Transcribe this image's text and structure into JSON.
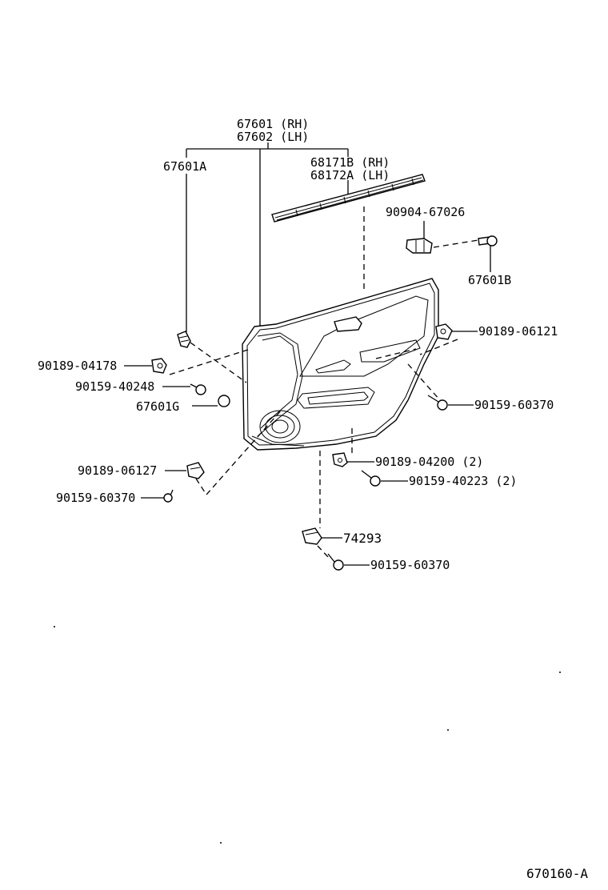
{
  "diagram": {
    "labels": {
      "trim_board": [
        "67601 (RH)",
        "67602 (LH)"
      ],
      "clip_a": "67601A",
      "weatherstrip": [
        "68171B (RH)",
        "68172A (LH)"
      ],
      "screw_90904": "90904-67026",
      "clip_b": "67601B",
      "clip_90189_06121": "90189-06121",
      "clip_90189_04178": "90189-04178",
      "screw_90159_40248": "90159-40248",
      "clip_g": "67601G",
      "screw_90159_60370_right": "90159-60370",
      "clip_90189_06127": "90189-06127",
      "screw_90159_60370_left": "90159-60370",
      "clip_90189_04200": "90189-04200 (2)",
      "screw_90159_40223": "90159-40223 (2)",
      "cover_74293": "74293",
      "screw_90159_60370_bottom": "90159-60370",
      "drawing_number": "670160-A"
    }
  }
}
